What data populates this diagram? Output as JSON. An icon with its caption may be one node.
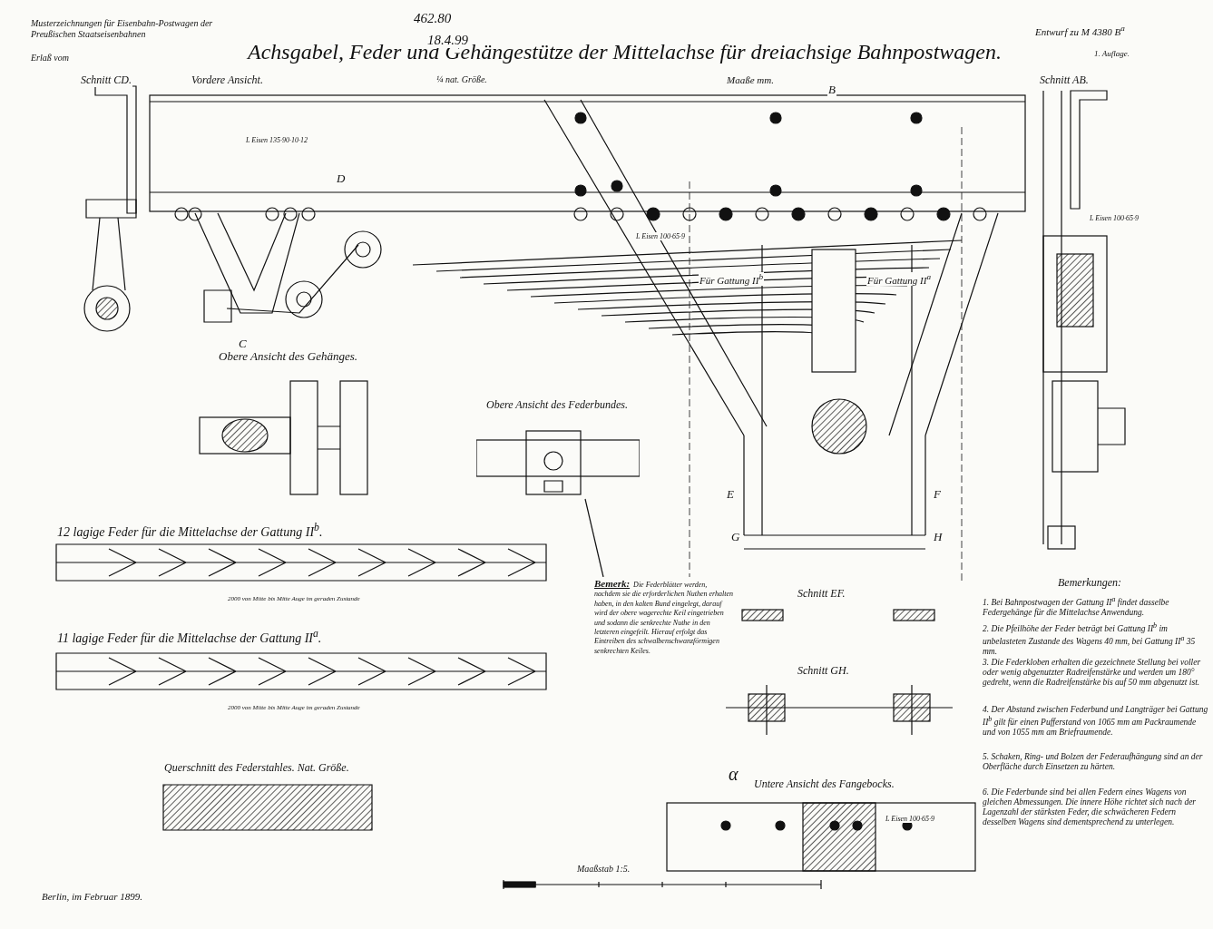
{
  "diagram": {
    "title": "Achsgabel, Feder und Gehängestütze der Mittelachse für dreiachsige Bahnpostwagen.",
    "nodes": [
      {
        "text": [
          "Bemerk:",
          "Die Federblätter werden, nachdem sie die erforderlichen Nuthen erhalten haben, in den kalten Bund eingelegt, darauf wird der obere wagerechte Keil eingetrieben und sodann die senkrechte Nuthe in den letzteren eingefeilt. Hierauf erfolgt das Eintreiben des schwalbenschwanzförmigen senkrechten Keiles."
        ]
      },
      {
        "text": [],
        "shape": "picture"
      }
    ],
    "edges": [
      {
        "from": 0,
        "to": 1,
        "arrow": "none"
      }
    ],
    "labels": [
      "Musterzeichnungen für Eisenbahn-Postwagen der Preußischen Staatseisenbahnen",
      "Erlaß vom",
      "462.80",
      "18.4.99",
      "Entwurf zu M 4380 B$^{a}$",
      "1. Auflage.",
      "Schnitt CD.",
      "Vordere Ansicht.",
      "¼ nat. Größe.",
      "Maaße mm.",
      "Schnitt AB.",
      "B",
      "L Eisen 135·90·10·12",
      "D",
      "L Eisen 100·65·9",
      "L Eisen 100·65·9",
      "Für Gattung II$^{b}$",
      "Für Gattung II$^{a}$",
      "C",
      "Obere Ansicht des Gehänges.",
      "Obere Ansicht des Federbundes.",
      "E",
      "F",
      "G",
      "H",
      "12 lagige Feder für die Mittelachse der Gattung II$^{b}$.",
      "2000 von Mitte bis Mitte Auge im geraden Zustande",
      "Bemerkungen:",
      "1. Bei Bahnpostwagen der Gattung II$^{a}$ findet dasselbe Federgehänge für die Mittelachse Anwendung.",
      "2. Die Pfeilhöhe der Feder beträgt bei Gattung II$^{b}$ im unbelasteten Zustande des Wagens 40 mm, bei Gattung II$^{a}$ 35 mm.",
      "3. Die Federkloben erhalten die gezeichnete Stellung bei voller oder wenig abgenutzter Radreifenstärke und werden um 180° gedreht, wenn die Radreifenstärke bis auf 50 mm abgenutzt ist.",
      "4. Der Abstand zwischen Federbund und Langträger bei Gattung II$^{b}$ gilt für einen Pufferstand von 1065 mm am Packraumende und von 1055 mm am Briefraumende.",
      "5. Schaken, Ring- und Bolzen der Federaufhängung sind an der Oberfläche durch Einsetzen zu härten.",
      "6. Die Federbunde sind bei allen Federn eines Wagens von gleichen Abmessungen. Die innere Höhe richtet sich nach der Lagenzahl der stärksten Feder, die schwächeren Federn desselben Wagens sind dementsprechend zu unterlegen.",
      "Schnitt EF.",
      "11 lagige Feder für die Mittelachse der Gattung II$^{a}$.",
      "Schnitt GH.",
      "2000 von Mitte bis Mitte Auge im geraden Zustande",
      "Querschnitt des Federstahles. Nat. Größe.",
      "α",
      "Untere Ansicht des Fangebocks.",
      "L Eisen 100·65·9",
      "Maaßstab 1:5.",
      "Berlin, im Februar 1899."
    ]
  }
}
